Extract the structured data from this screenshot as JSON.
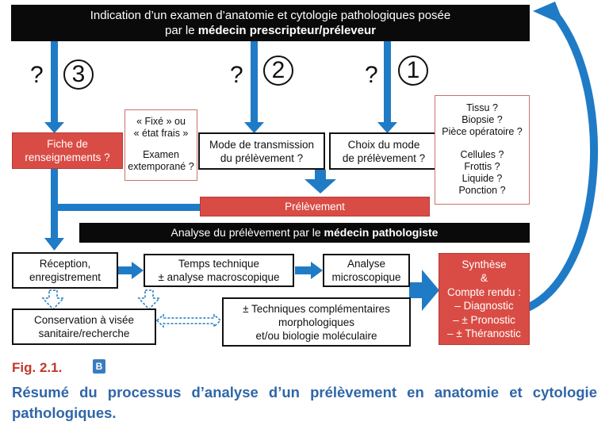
{
  "header": {
    "line1": "Indication d’un examen d’anatomie et cytologie pathologiques posée",
    "line2_prefix": "par le ",
    "line2_bold": "médecin prescripteur/préleveur"
  },
  "questions": {
    "q3": {
      "mark": "?",
      "num": "3"
    },
    "q2": {
      "mark": "?",
      "num": "2"
    },
    "q1": {
      "mark": "?",
      "num": "1"
    }
  },
  "boxes": {
    "fiche": [
      "Fiche de",
      "renseignements ?"
    ],
    "mode": [
      "Mode de transmission",
      "du prélèvement ?"
    ],
    "choix": [
      "Choix du mode",
      "de prélèvement ?"
    ],
    "prelevement": "Prélèvement",
    "reception": [
      "Réception,",
      "enregistrement"
    ],
    "temps": [
      "Temps technique",
      "± analyse macroscopique"
    ],
    "analyse": [
      "Analyse",
      "microscopique"
    ],
    "conservation": [
      "Conservation à visée",
      "sanitaire/recherche"
    ],
    "techniques": [
      "± Techniques complémentaires",
      "morphologiques",
      "et/ou biologie moléculaire"
    ],
    "synthese": [
      "Synthèse",
      "&",
      "Compte rendu :",
      "– Diagnostic",
      "– ± Pronostic",
      "– ± Théranostic"
    ]
  },
  "notes": {
    "fixe": [
      "« Fixé » ou",
      "« état frais »",
      "",
      "Examen",
      "extemporané ?"
    ],
    "tissu": [
      "Tissu ?",
      "Biopsie ?",
      "Pièce opératoire ?",
      "",
      "Cellules ?",
      "Frottis ?",
      "Liquide ?",
      "Ponction ?"
    ]
  },
  "analysis_bar": {
    "prefix": "Analyse du prélèvement par le ",
    "bold": "médecin pathologiste"
  },
  "caption": {
    "label": "Fig. 2.1.",
    "badge": "B",
    "text": "Résumé du processus d’analyse d’un prélèvement en anatomie et cytologie pathologiques."
  },
  "colors": {
    "blue_arrow": "#1f7bc6",
    "red_box": "#d94c45",
    "caption_blue": "#2f66a8",
    "caption_red": "#c0392b"
  }
}
